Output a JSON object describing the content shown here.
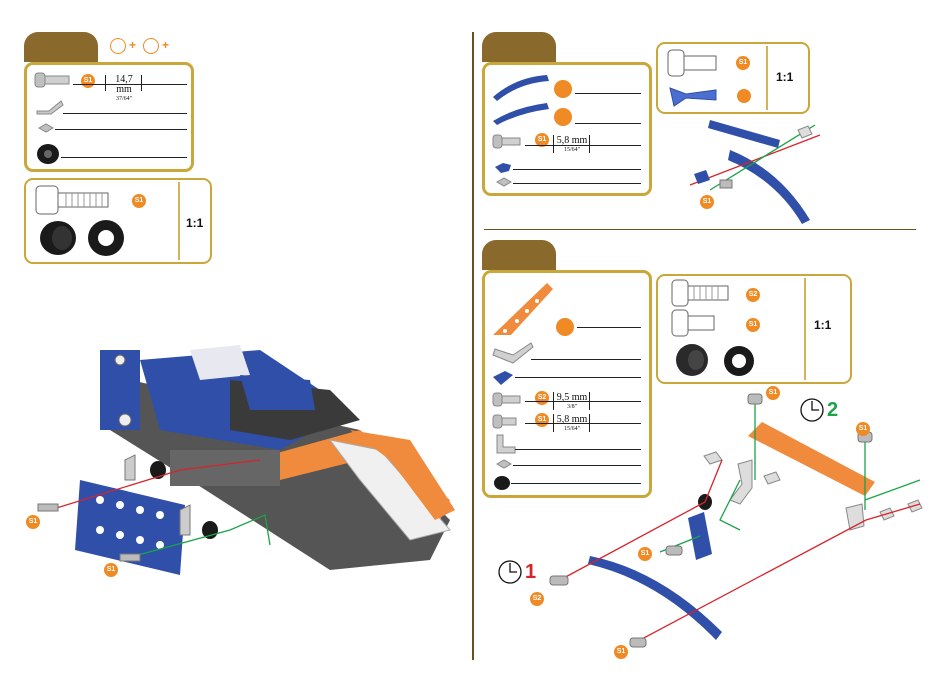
{
  "step_a": {
    "parts_box": {
      "bolt_badge": "S1",
      "measure": "14,7 mm",
      "measure_inch": "37/64\""
    },
    "scale_box": {
      "bolt_badge": "S1",
      "ratio": "1:1"
    },
    "callouts": [
      "S1",
      "S1"
    ],
    "header_symbols": [
      "+",
      "+"
    ]
  },
  "step_b": {
    "parts_box": {
      "bolt_badge": "S1",
      "measure": "5,8 mm",
      "measure_inch": "15/64\""
    },
    "scale_box": {
      "bolt_badge": "S1",
      "ratio": "1:1"
    },
    "callouts": [
      "S1"
    ]
  },
  "step_c": {
    "parts_box": {
      "bolt_badge_1": "S2",
      "measure_1": "9,5 mm",
      "measure_1_inch": "3/8\"",
      "bolt_badge_2": "S1",
      "measure_2": "5,8 mm",
      "measure_2_inch": "15/64\""
    },
    "scale_box": {
      "bolt_badge_1": "S2",
      "bolt_badge_2": "S1",
      "ratio": "1:1"
    },
    "callouts": [
      "S1",
      "S1",
      "S1",
      "S2",
      "S1"
    ],
    "sequence": [
      "1",
      "2"
    ]
  },
  "colors": {
    "gold": "#c9a73a",
    "tab_brown": "#8a6a2c",
    "badge_orange": "#f08a24",
    "part_blue": "#2f4fa8",
    "part_orange": "#f08a3c",
    "red_line": "#d9232a",
    "green_line": "#1aa34a"
  }
}
